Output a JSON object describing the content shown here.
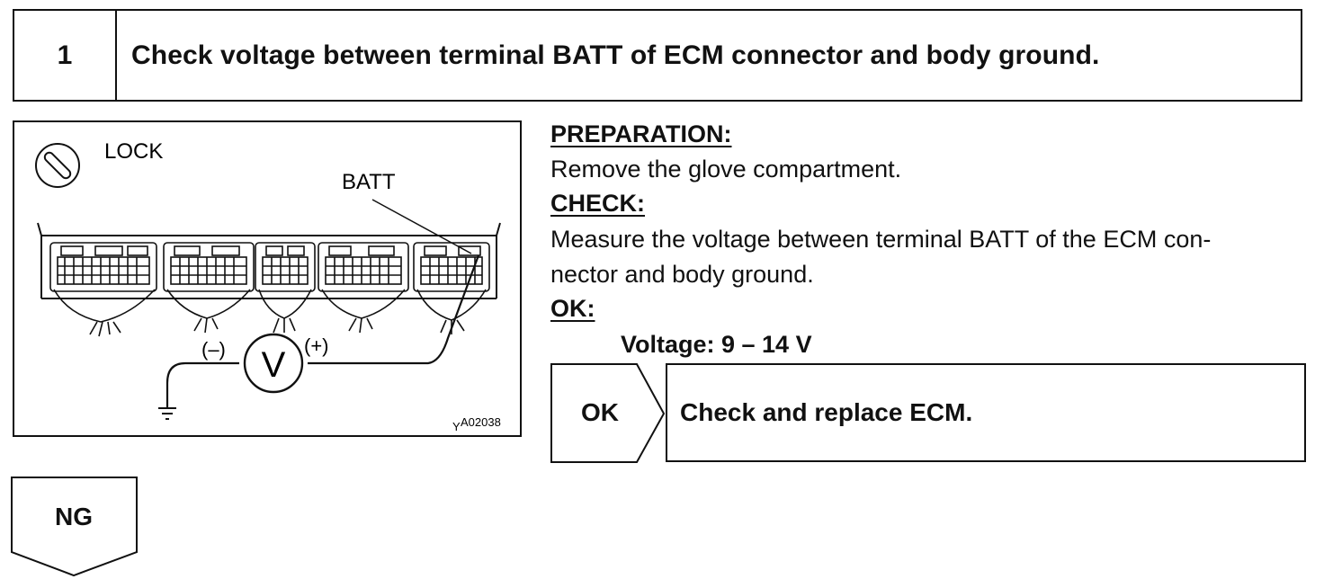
{
  "step": {
    "number": "1",
    "title": "Check voltage between terminal BATT of ECM connector and body ground."
  },
  "illustration": {
    "lock_label": "LOCK",
    "batt_label": "BATT",
    "minus_label": "(–)",
    "plus_label": "(+)",
    "meter_label": "V",
    "figure_prefix": "Y",
    "figure_code": "A02038",
    "icons": [
      "ignition-lock-icon",
      "voltmeter-icon",
      "ground-symbol-icon"
    ]
  },
  "procedure": {
    "preparation_heading": "PREPARATION:",
    "preparation_text": "Remove the glove compartment.",
    "check_heading": "CHECK:",
    "check_text_line1": "Measure the voltage between terminal BATT of the ECM con-",
    "check_text_line2": "nector and body ground.",
    "ok_heading": "OK:",
    "ok_spec": "Voltage: 9 – 14 V"
  },
  "results": {
    "ok_label": "OK",
    "ok_action": "Check and replace ECM.",
    "ng_label": "NG"
  }
}
